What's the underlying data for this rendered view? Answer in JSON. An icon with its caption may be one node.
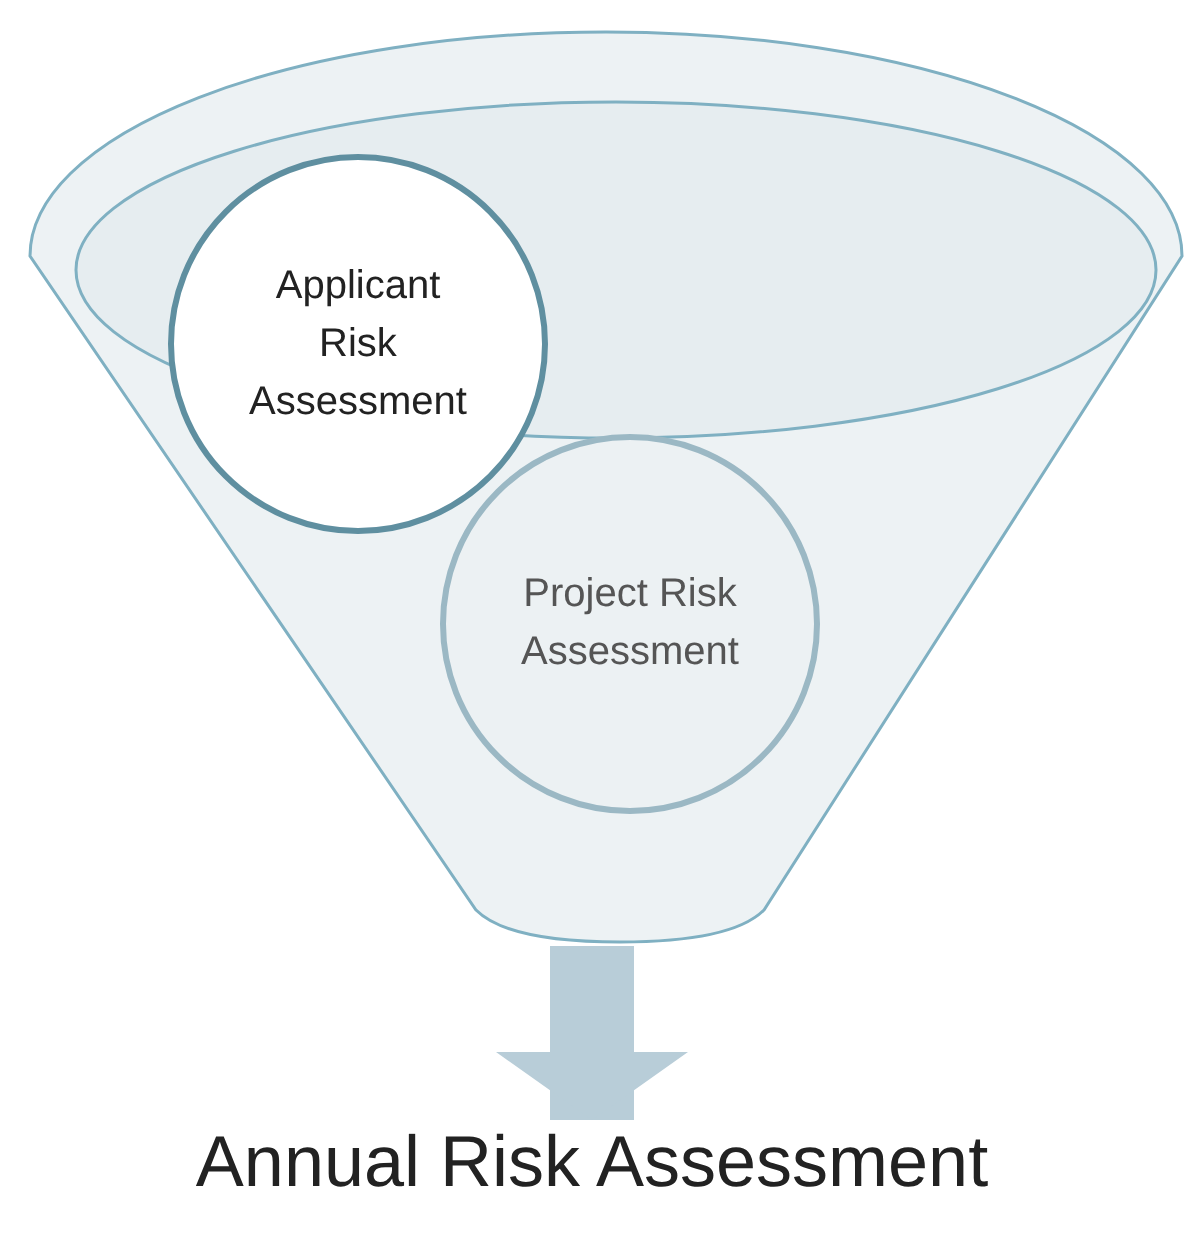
{
  "diagram": {
    "nodes": [
      {
        "text": [],
        "shape": "funnel"
      },
      {
        "text": [
          "Applicant Risk Assessment"
        ],
        "in": 0
      },
      {
        "text": [
          "Project Risk Assessment"
        ],
        "in": 0
      },
      {
        "text": [
          "Annual Risk Assessment"
        ]
      }
    ],
    "edges": [
      {
        "from": 0,
        "to": 3,
        "arrow": "to",
        "color": "#b8cdd8"
      }
    ]
  }
}
